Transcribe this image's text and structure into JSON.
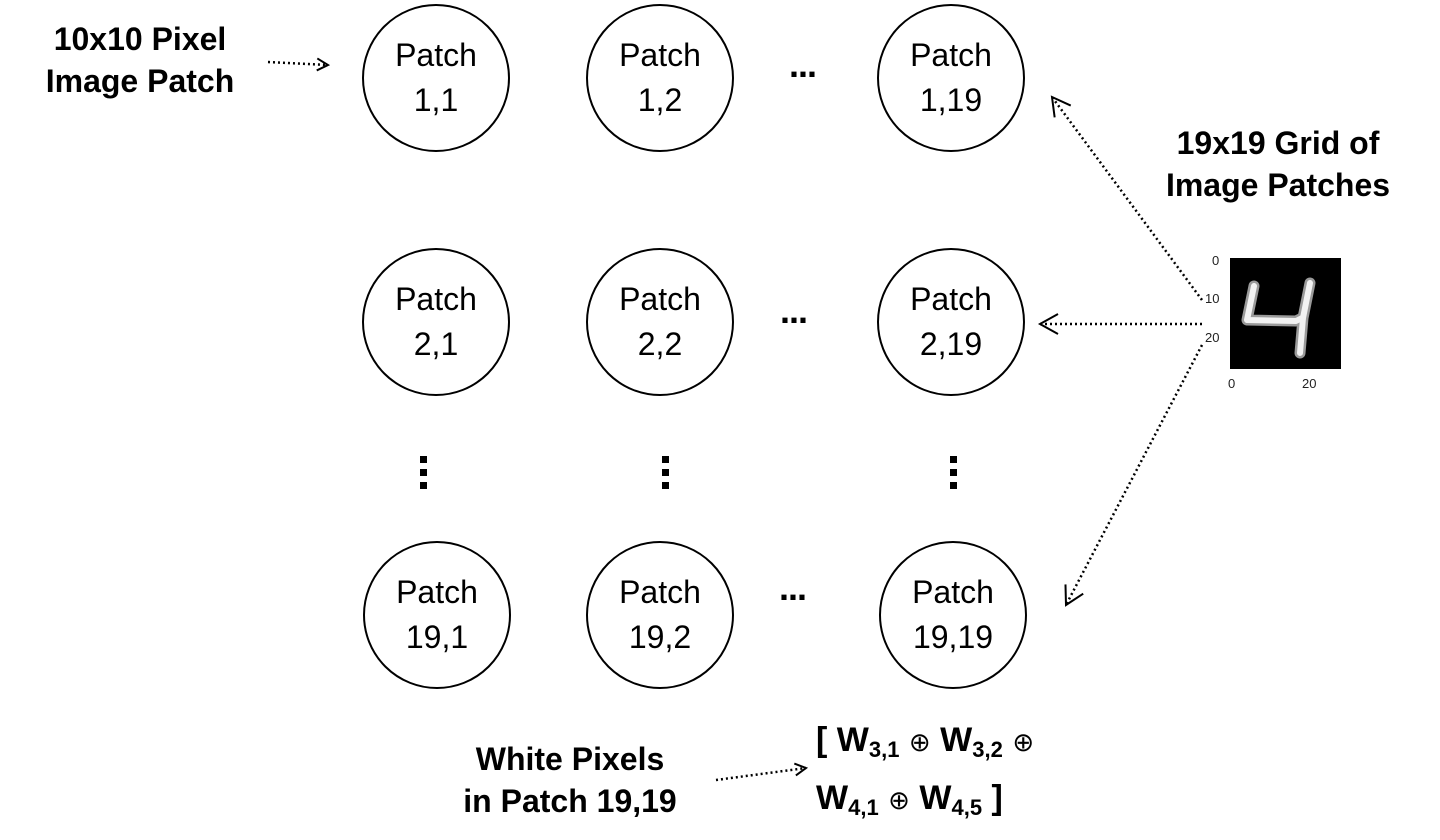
{
  "labels": {
    "pixel_patch_line1": "10x10 Pixel",
    "pixel_patch_line2": "Image Patch",
    "grid_line1": "19x19 Grid of",
    "grid_line2": "Image Patches",
    "white_line1": "White Pixels",
    "white_line2": "in Patch 19,19"
  },
  "patches": [
    {
      "word": "Patch",
      "index": "1,1"
    },
    {
      "word": "Patch",
      "index": "1,2"
    },
    {
      "word": "Patch",
      "index": "1,19"
    },
    {
      "word": "Patch",
      "index": "2,1"
    },
    {
      "word": "Patch",
      "index": "2,2"
    },
    {
      "word": "Patch",
      "index": "2,19"
    },
    {
      "word": "Patch",
      "index": "19,1"
    },
    {
      "word": "Patch",
      "index": "19,2"
    },
    {
      "word": "Patch",
      "index": "19,19"
    }
  ],
  "ellipsis": "...",
  "image_axis": {
    "y_ticks": [
      "0",
      "10",
      "20"
    ],
    "x_ticks": [
      "0",
      "20"
    ]
  },
  "formula": {
    "open": "[",
    "close": "]",
    "operator": "⊕",
    "terms": [
      {
        "base": "W",
        "sub": "3,1"
      },
      {
        "base": "W",
        "sub": "3,2"
      },
      {
        "base": "W",
        "sub": "4,1"
      },
      {
        "base": "W",
        "sub": "4,5"
      }
    ]
  }
}
